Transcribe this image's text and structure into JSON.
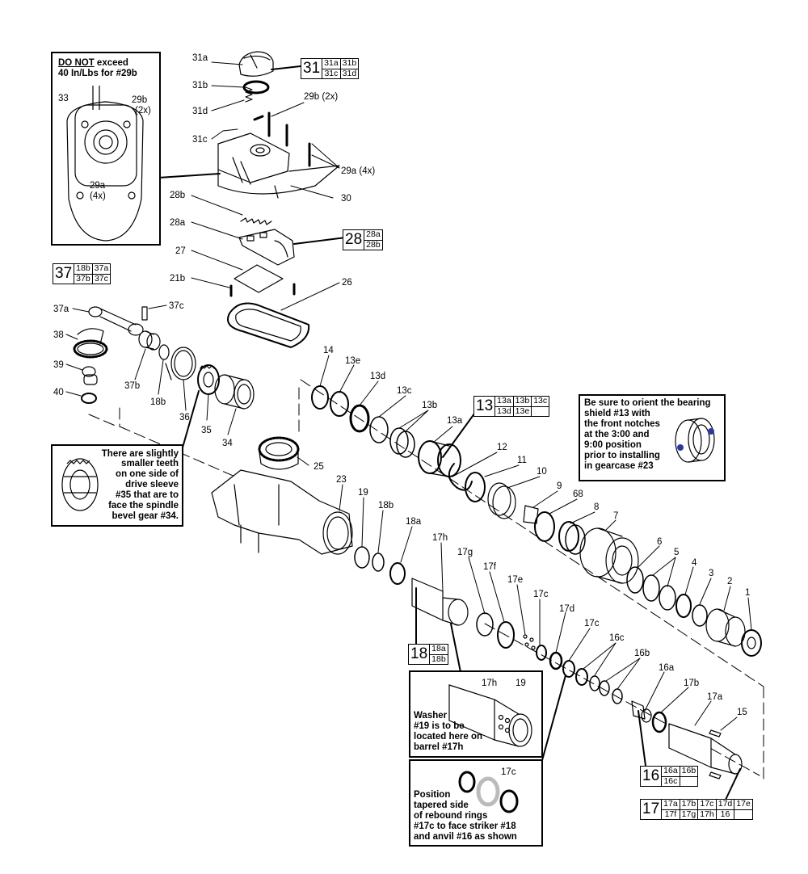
{
  "notes": {
    "torque": {
      "emph": "DO NOT",
      "rest1": " exceed",
      "line2": "40 In/Lbs for #29b",
      "c33": "33",
      "c29b": "29b",
      "c29b_q": "(2x)",
      "c29a": "29a",
      "c29a_q": "(4x)"
    },
    "drive_sleeve": {
      "l1": "There are slightly",
      "l2": "smaller teeth",
      "l3": "on one side of",
      "l4": "drive sleeve",
      "l5": "#35 that are to",
      "l6": "face the spindle",
      "l7": "bevel gear #34."
    },
    "bearing": {
      "l1": "Be sure to orient the bearing",
      "l2": "shield #13 with",
      "l3": "the front notches",
      "l4": "at the 3:00 and",
      "l5": "9:00 position",
      "l6": "prior to installing",
      "l7": "in gearcase #23"
    },
    "washer": {
      "c17h": "17h",
      "c19": "19",
      "l1": "Washer",
      "l2": "#19 is to be",
      "l3": "located here on",
      "l4": "barrel #17h"
    },
    "rebound": {
      "c17c": "17c",
      "l1": "Position",
      "l2": "tapered side",
      "l3": "of rebound rings",
      "l4": "#17c to face striker #18",
      "l5": "and anvil #16 as shown"
    }
  },
  "kits": {
    "k31": {
      "num": "31",
      "cols": 2,
      "cells": [
        "31a",
        "31b",
        "31c",
        "31d"
      ]
    },
    "k28": {
      "num": "28",
      "cols": 1,
      "cells": [
        "28a",
        "28b"
      ]
    },
    "k37": {
      "num": "37",
      "cols": 2,
      "cells": [
        "18b",
        "37a",
        "37b",
        "37c"
      ]
    },
    "k13": {
      "num": "13",
      "cols": 3,
      "cells": [
        "13a",
        "13b",
        "13c",
        "13d",
        "13e",
        ""
      ]
    },
    "k18": {
      "num": "18",
      "cols": 1,
      "cells": [
        "18a",
        "18b"
      ]
    },
    "k16": {
      "num": "16",
      "cols": 2,
      "cells": [
        "16a",
        "16b",
        "16c",
        ""
      ]
    },
    "k17": {
      "num": "17",
      "cols": 5,
      "cells": [
        "17a",
        "17b",
        "17c",
        "17d",
        "17e",
        "17f",
        "17g",
        "17h",
        "16",
        ""
      ]
    }
  },
  "callouts": {
    "c31a": "31a",
    "c31b": "31b",
    "c31d": "31d",
    "c31c": "31c",
    "c29b2x": "29b (2x)",
    "c29a4x": "29a (4x)",
    "c30": "30",
    "c28b": "28b",
    "c28a": "28a",
    "c27": "27",
    "c21b": "21b",
    "c26": "26",
    "c37a": "37a",
    "c37c": "37c",
    "c38": "38",
    "c39": "39",
    "c40": "40",
    "c37b": "37b",
    "c18b_l": "18b",
    "c36": "36",
    "c35": "35",
    "c34": "34",
    "c25": "25",
    "c23": "23",
    "c19": "19",
    "c18b": "18b",
    "c18a": "18a",
    "c17h": "17h",
    "c17g": "17g",
    "c17f": "17f",
    "c17e": "17e",
    "c17c": "17c",
    "c17d": "17d",
    "c17c2": "17c",
    "c16c": "16c",
    "c16b": "16b",
    "c16a": "16a",
    "c17b": "17b",
    "c17a": "17a",
    "c15": "15",
    "c14": "14",
    "c13e": "13e",
    "c13d": "13d",
    "c13c": "13c",
    "c13b": "13b",
    "c13a": "13a",
    "c12": "12",
    "c11": "11",
    "c10": "10",
    "c9": "9",
    "c68": "68",
    "c8": "8",
    "c7": "7",
    "c6": "6",
    "c5": "5",
    "c4": "4",
    "c3": "3",
    "c2": "2",
    "c1": "1"
  }
}
